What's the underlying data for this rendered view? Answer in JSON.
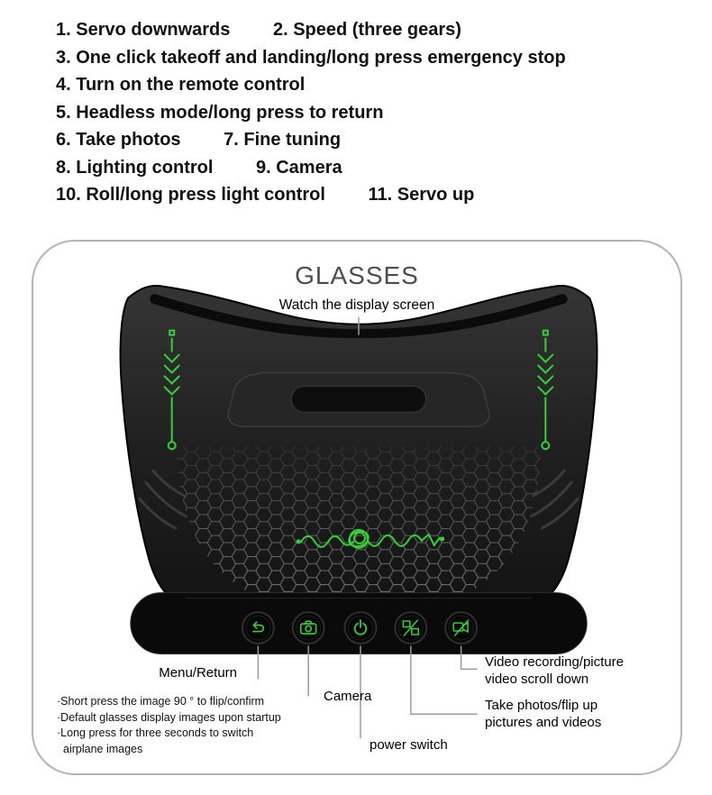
{
  "instructions": {
    "rows": [
      {
        "items": [
          "1. Servo downwards",
          "2. Speed (three gears)"
        ]
      },
      {
        "items": [
          "3. One click takeoff and landing/long press emergency stop"
        ]
      },
      {
        "items": [
          "4. Turn on the remote control"
        ]
      },
      {
        "items": [
          "5. Headless mode/long press to return"
        ]
      },
      {
        "items": [
          "6. Take photos",
          "7. Fine tuning"
        ]
      },
      {
        "items": [
          "8. Lighting control",
          "9. Camera"
        ]
      },
      {
        "items": [
          "10. Roll/long press light control",
          "11. Servo up"
        ]
      }
    ]
  },
  "panel": {
    "title": "GLASSES",
    "screen_label": "Watch the display screen",
    "callouts": {
      "menu_return": "Menu/Return",
      "camera": "Camera",
      "power_switch": "power switch",
      "video_recording": "Video recording/picture video scroll down",
      "take_photos": "Take photos/flip up pictures and videos"
    },
    "notes": [
      "·Short press the image 90 ° to flip/confirm",
      "·Default glasses display images upon startup",
      "·Long press for three seconds to switch",
      "airplane images"
    ],
    "goggle_buttons": [
      {
        "icon": "menu-return-icon"
      },
      {
        "icon": "camera-icon"
      },
      {
        "icon": "power-icon"
      },
      {
        "icon": "take-photos-icon"
      },
      {
        "icon": "video-record-icon"
      }
    ],
    "colors": {
      "accent_green": "#35d235",
      "body_black": "#1a1a1a",
      "callout_line": "#9b9b9b",
      "panel_border": "#b4b4b4"
    }
  }
}
